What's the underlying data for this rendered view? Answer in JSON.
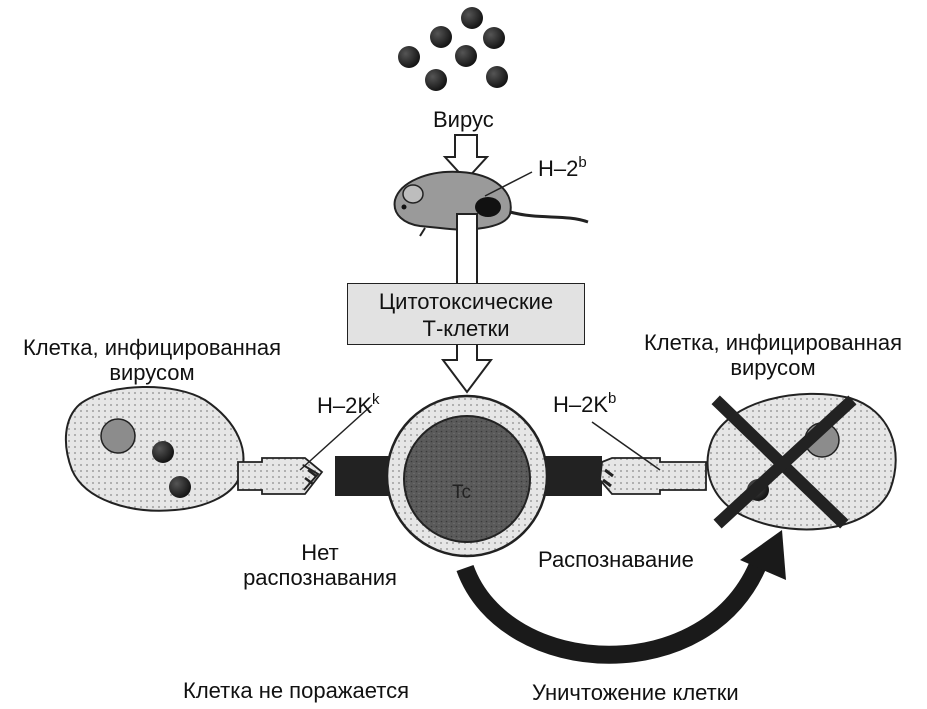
{
  "virus_label": "Вирус",
  "h2b_label": {
    "base": "H–2",
    "sup": "b"
  },
  "tcell_box": {
    "line1": "Цитотоксические",
    "line2": "Т-клетки"
  },
  "left_cell_label": {
    "line1": "Клетка, инфицированная",
    "line2": "вирусом"
  },
  "right_cell_label": {
    "line1": "Клетка, инфицированная",
    "line2": "вирусом"
  },
  "left_receptor_label": {
    "base": "H–2K",
    "sup": "k"
  },
  "right_receptor_label": {
    "base": "H–2K",
    "sup": "b"
  },
  "tc_label": "Tc",
  "no_recognition": {
    "line1": "Нет",
    "line2": "распознавания"
  },
  "recognition": "Распознавание",
  "bottom_left": "Клетка не поражается",
  "bottom_right": "Уничтожение клетки"
}
